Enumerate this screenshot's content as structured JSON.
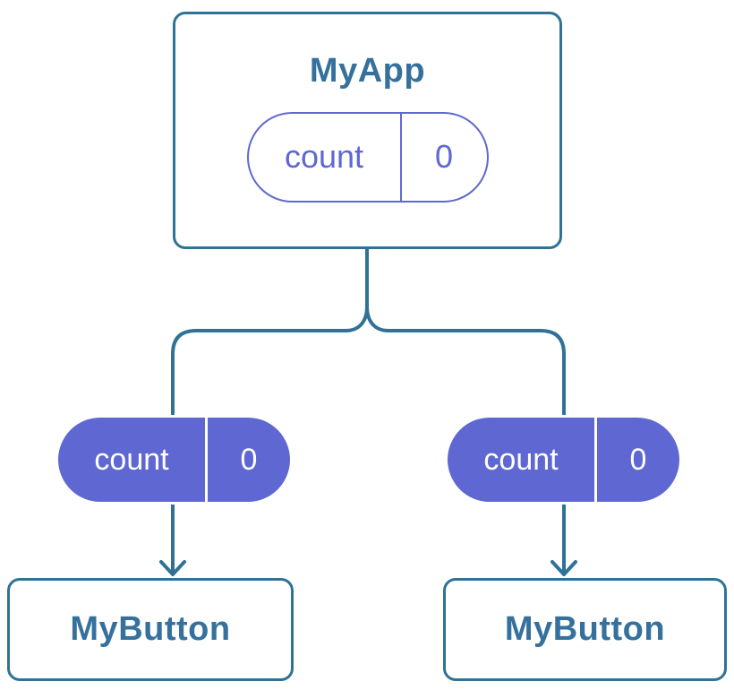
{
  "colors": {
    "line": "#2F7296",
    "node-text": "#35719C",
    "purple": "#5F68D2",
    "pill-text-on-purple": "#FFFFFF",
    "node-fill": "#FFFFFF"
  },
  "diagram": {
    "root": {
      "title": "MyApp",
      "state": {
        "key": "count",
        "value": "0"
      }
    },
    "children": [
      {
        "title": "MyButton",
        "state": {
          "key": "count",
          "value": "0"
        }
      },
      {
        "title": "MyButton",
        "state": {
          "key": "count",
          "value": "0"
        }
      }
    ]
  }
}
